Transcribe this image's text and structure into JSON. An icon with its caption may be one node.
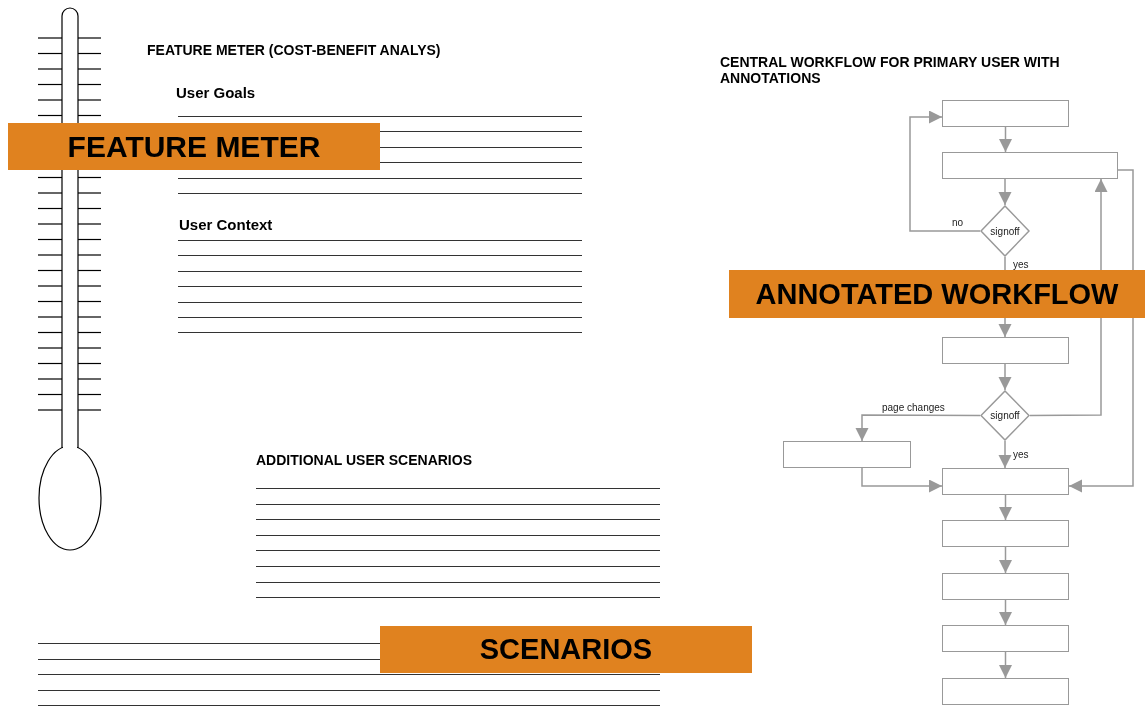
{
  "diagram": {
    "nodes": [
      {
        "text": [],
        "shape": "box"
      },
      {
        "text": [],
        "shape": "box"
      },
      {
        "text": [
          "signoff"
        ]
      },
      {
        "text": [],
        "shape": "box"
      },
      {
        "text": [
          "signoff"
        ]
      },
      {
        "text": [],
        "shape": "box"
      },
      {
        "text": [],
        "shape": "box"
      },
      {
        "text": [],
        "shape": "box"
      },
      {
        "text": [],
        "shape": "box"
      },
      {
        "text": [],
        "shape": "box"
      },
      {
        "text": [],
        "shape": "box"
      }
    ],
    "edges": [
      {
        "from": 0,
        "to": 1,
        "arrow": "to"
      },
      {
        "from": 1,
        "to": 2,
        "arrow": "to"
      },
      {
        "from": 2,
        "to": 0,
        "arrow": "to",
        "label": "no"
      },
      {
        "from": 2,
        "to": 3,
        "arrow": "to",
        "label": "yes"
      },
      {
        "from": 3,
        "to": 4,
        "arrow": "to"
      },
      {
        "from": 4,
        "to": 5,
        "arrow": "to",
        "label": "page changes"
      },
      {
        "from": 4,
        "to": 6,
        "arrow": "to",
        "label": "yes"
      },
      {
        "from": 4,
        "to": 1,
        "arrow": "to"
      },
      {
        "from": 1,
        "to": 6,
        "arrow": "to"
      },
      {
        "from": 5,
        "to": 6,
        "arrow": "to"
      },
      {
        "from": 6,
        "to": 7,
        "arrow": "to"
      },
      {
        "from": 7,
        "to": 8,
        "arrow": "to"
      },
      {
        "from": 8,
        "to": 9,
        "arrow": "to"
      },
      {
        "from": 9,
        "to": 10,
        "arrow": "to"
      }
    ],
    "labels": [
      "FEATURE METER (COST-BENEFIT ANALYS)",
      "CENTRAL WORKFLOW FOR PRIMARY USER WITH ANNOTATIONS",
      "User Goals",
      "FEATURE METER",
      "User Context",
      "ANNOTATED WORKFLOW",
      "ADDITIONAL USER SCENARIOS",
      "SCENARIOS"
    ]
  }
}
